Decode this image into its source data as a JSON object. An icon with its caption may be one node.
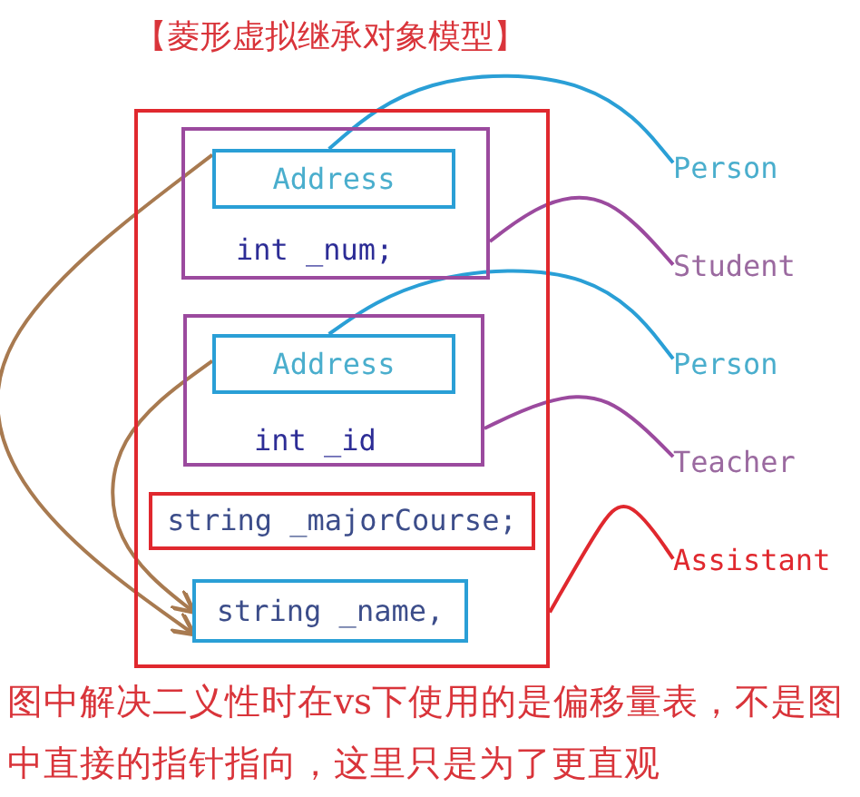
{
  "diagram": {
    "title": "【菱形虚拟继承对象模型】",
    "nodes": [
      {
        "text": [],
        "shape": "box"
      },
      {
        "text": [
          "int _num;"
        ],
        "in": 0
      },
      {
        "text": [
          "Address"
        ],
        "in": 1
      },
      {
        "text": [
          "int _id"
        ],
        "in": 0
      },
      {
        "text": [
          "Address"
        ],
        "in": 3
      },
      {
        "text": [
          "string _majorCourse;"
        ],
        "in": 0
      },
      {
        "text": [
          "string _name,"
        ],
        "in": 0
      },
      {
        "text": [
          "Person"
        ]
      },
      {
        "text": [
          "Student"
        ]
      },
      {
        "text": [
          "Person"
        ]
      },
      {
        "text": [
          "Teacher"
        ]
      },
      {
        "text": [
          "Assistant"
        ]
      }
    ],
    "edges": [
      {
        "from": 7,
        "to": 2,
        "arrow": "none",
        "color": "#2a9fd6"
      },
      {
        "from": 8,
        "to": 1,
        "arrow": "none",
        "color": "#9b4a9e"
      },
      {
        "from": 9,
        "to": 4,
        "arrow": "none",
        "color": "#2a9fd6"
      },
      {
        "from": 10,
        "to": 3,
        "arrow": "none",
        "color": "#9b4a9e"
      },
      {
        "from": 11,
        "to": 0,
        "arrow": "none",
        "color": "#e0282e"
      },
      {
        "from": 2,
        "to": 6,
        "arrow": "to",
        "color": "#a87a50"
      },
      {
        "from": 4,
        "to": 6,
        "arrow": "to",
        "color": "#a87a50"
      }
    ],
    "caption": "图中解决二义性时在vs下使用的是偏移量表，不是图中直接的指针指向，这里只是为了更直观"
  }
}
